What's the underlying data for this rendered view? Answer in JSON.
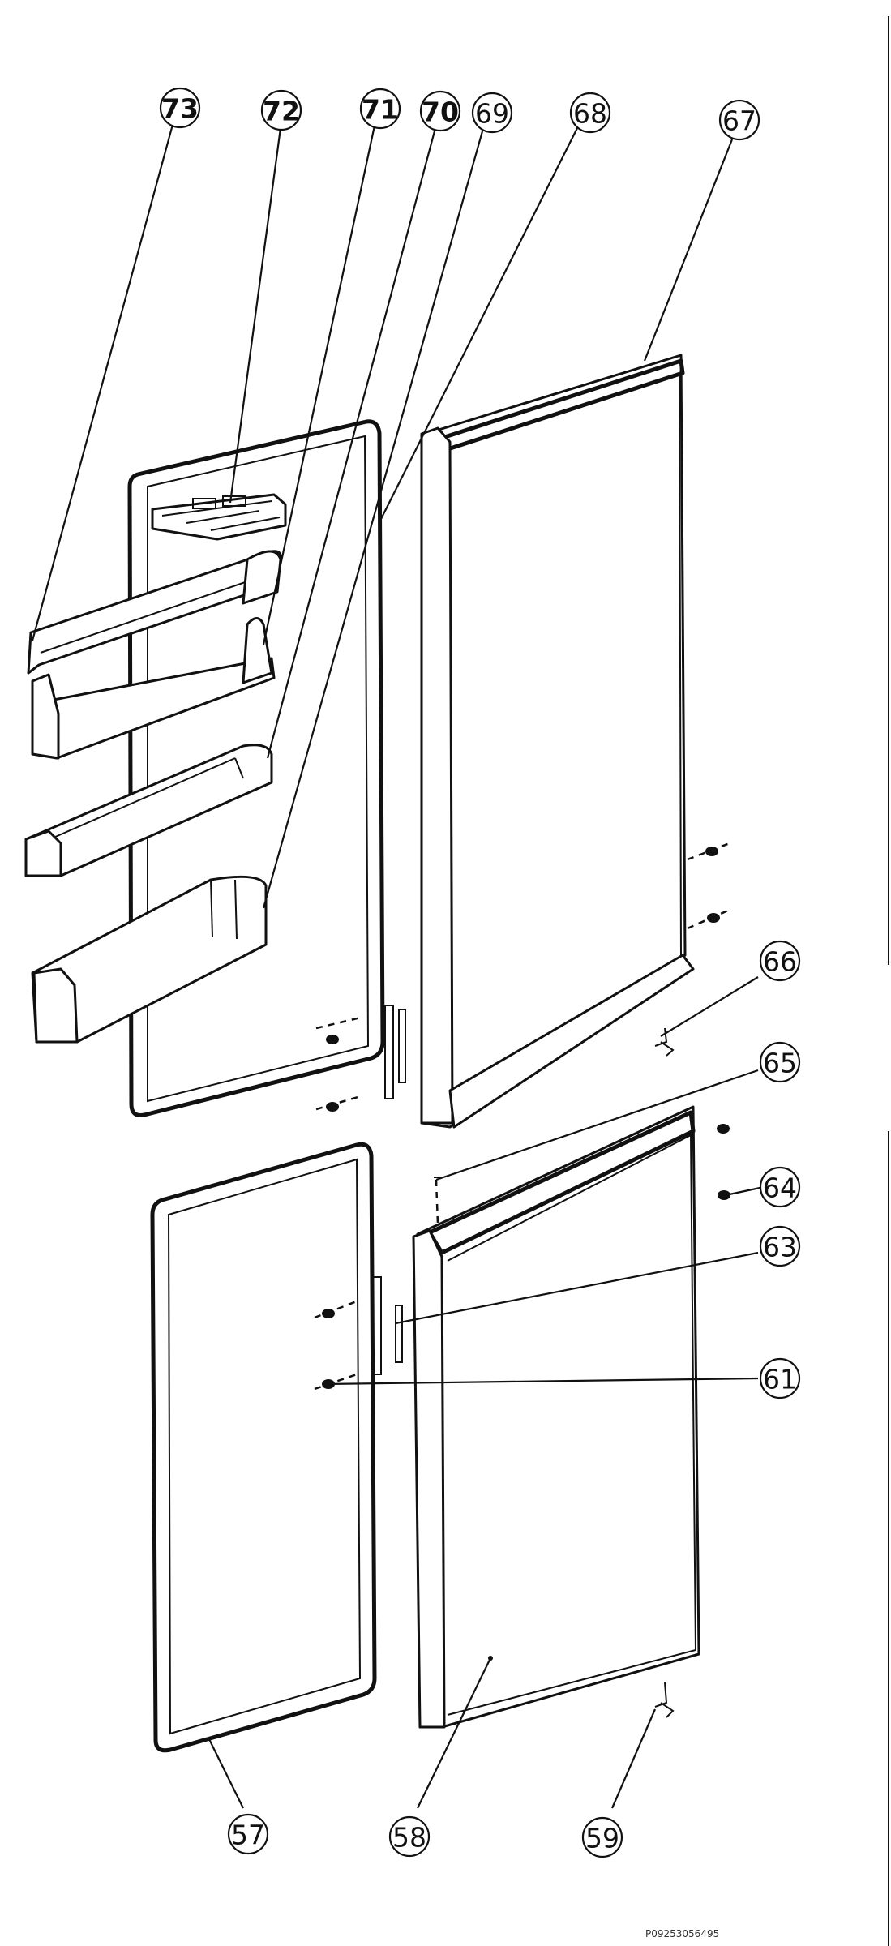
{
  "document_id": "P09253056495",
  "callouts": [
    {
      "id": "c73",
      "label": "73",
      "bold": true
    },
    {
      "id": "c72",
      "label": "72",
      "bold": true
    },
    {
      "id": "c71",
      "label": "71",
      "bold": true
    },
    {
      "id": "c70",
      "label": "70",
      "bold": true
    },
    {
      "id": "c69",
      "label": "69",
      "bold": false
    },
    {
      "id": "c68",
      "label": "68",
      "bold": false
    },
    {
      "id": "c67",
      "label": "67",
      "bold": false
    },
    {
      "id": "c66",
      "label": "66",
      "bold": false
    },
    {
      "id": "c65",
      "label": "65",
      "bold": false
    },
    {
      "id": "c64",
      "label": "64",
      "bold": false
    },
    {
      "id": "c63",
      "label": "63",
      "bold": false
    },
    {
      "id": "c61",
      "label": "61",
      "bold": false
    },
    {
      "id": "c57",
      "label": "57",
      "bold": false
    },
    {
      "id": "c58",
      "label": "58",
      "bold": false
    },
    {
      "id": "c59",
      "label": "59",
      "bold": false
    }
  ]
}
